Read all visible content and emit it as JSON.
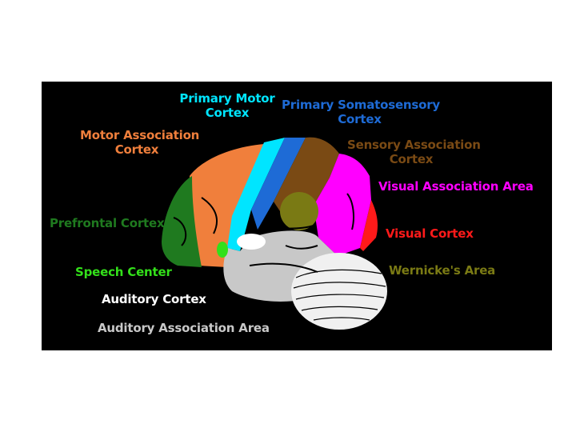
{
  "labels": {
    "primary_motor": "Primary Motor\nCortex",
    "primary_somatosensory": "Primary Somatosensory\nCortex",
    "motor_association": "Motor Association\nCortex",
    "sensory_association": "Sensory Association\nCortex",
    "visual_association": "Visual Association Area",
    "prefrontal": "Prefrontal Cortex",
    "visual": "Visual Cortex",
    "speech": "Speech Center",
    "wernicke": "Wernicke's Area",
    "auditory": "Auditory Cortex",
    "auditory_association": "Auditory Association Area"
  },
  "colors": {
    "background": "#000000",
    "primary_motor": "#00e5ff",
    "primary_somatosensory": "#1e6bd6",
    "motor_association": "#f07f3c",
    "sensory_association": "#7a4a14",
    "visual_association": "#ff00ff",
    "prefrontal": "#1f7a1f",
    "visual": "#ff1a1a",
    "speech": "#33e01a",
    "wernicke": "#7a7a14",
    "auditory": "#ffffff",
    "auditory_association": "#c8c8c8",
    "cerebellum": "#ffffff"
  }
}
